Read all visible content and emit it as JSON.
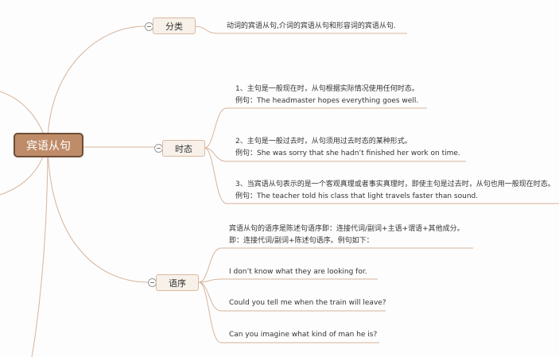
{
  "root": {
    "label": "宾语从句"
  },
  "colors": {
    "root_fill": "#bf8c69",
    "root_border": "#6e4d36",
    "topic_fill": "#f8f1ea",
    "connector": "#d4b49c"
  },
  "topics": [
    {
      "label": "分类",
      "leaves": [
        {
          "lines": [
            "动词的宾语从句,介词的宾语从句和形容词的宾语从句."
          ]
        }
      ]
    },
    {
      "label": "时态",
      "leaves": [
        {
          "lines": [
            "1、主句是一般现在时，从句根据实际情况使用任何时态。",
            "例句：The headmaster hopes everything goes well."
          ]
        },
        {
          "lines": [
            "2、主句是一般过去时，从句须用过去时态的某种形式。",
            "例句：She was sorry that she hadn’t finished her work on time."
          ]
        },
        {
          "lines": [
            "3、当宾语从句表示的是一个客观真理或者事实真理时，即使主句是过去时，从句也用一般现在时态。",
            "例句：The teacher told his class that light travels faster than sound."
          ]
        }
      ]
    },
    {
      "label": "语序",
      "leaves": [
        {
          "lines": [
            "宾语从句的语序是陈述句语序即：连接代词/副词+主语+谓语+其他成分。",
            "即：连接代词/副词+陈述句语序。例句如下："
          ]
        },
        {
          "lines": [
            "I don’t know what they are looking for."
          ]
        },
        {
          "lines": [
            "Could you tell me when the train will leave?"
          ]
        },
        {
          "lines": [
            "Can you imagine what kind of man he is?"
          ]
        }
      ]
    }
  ]
}
